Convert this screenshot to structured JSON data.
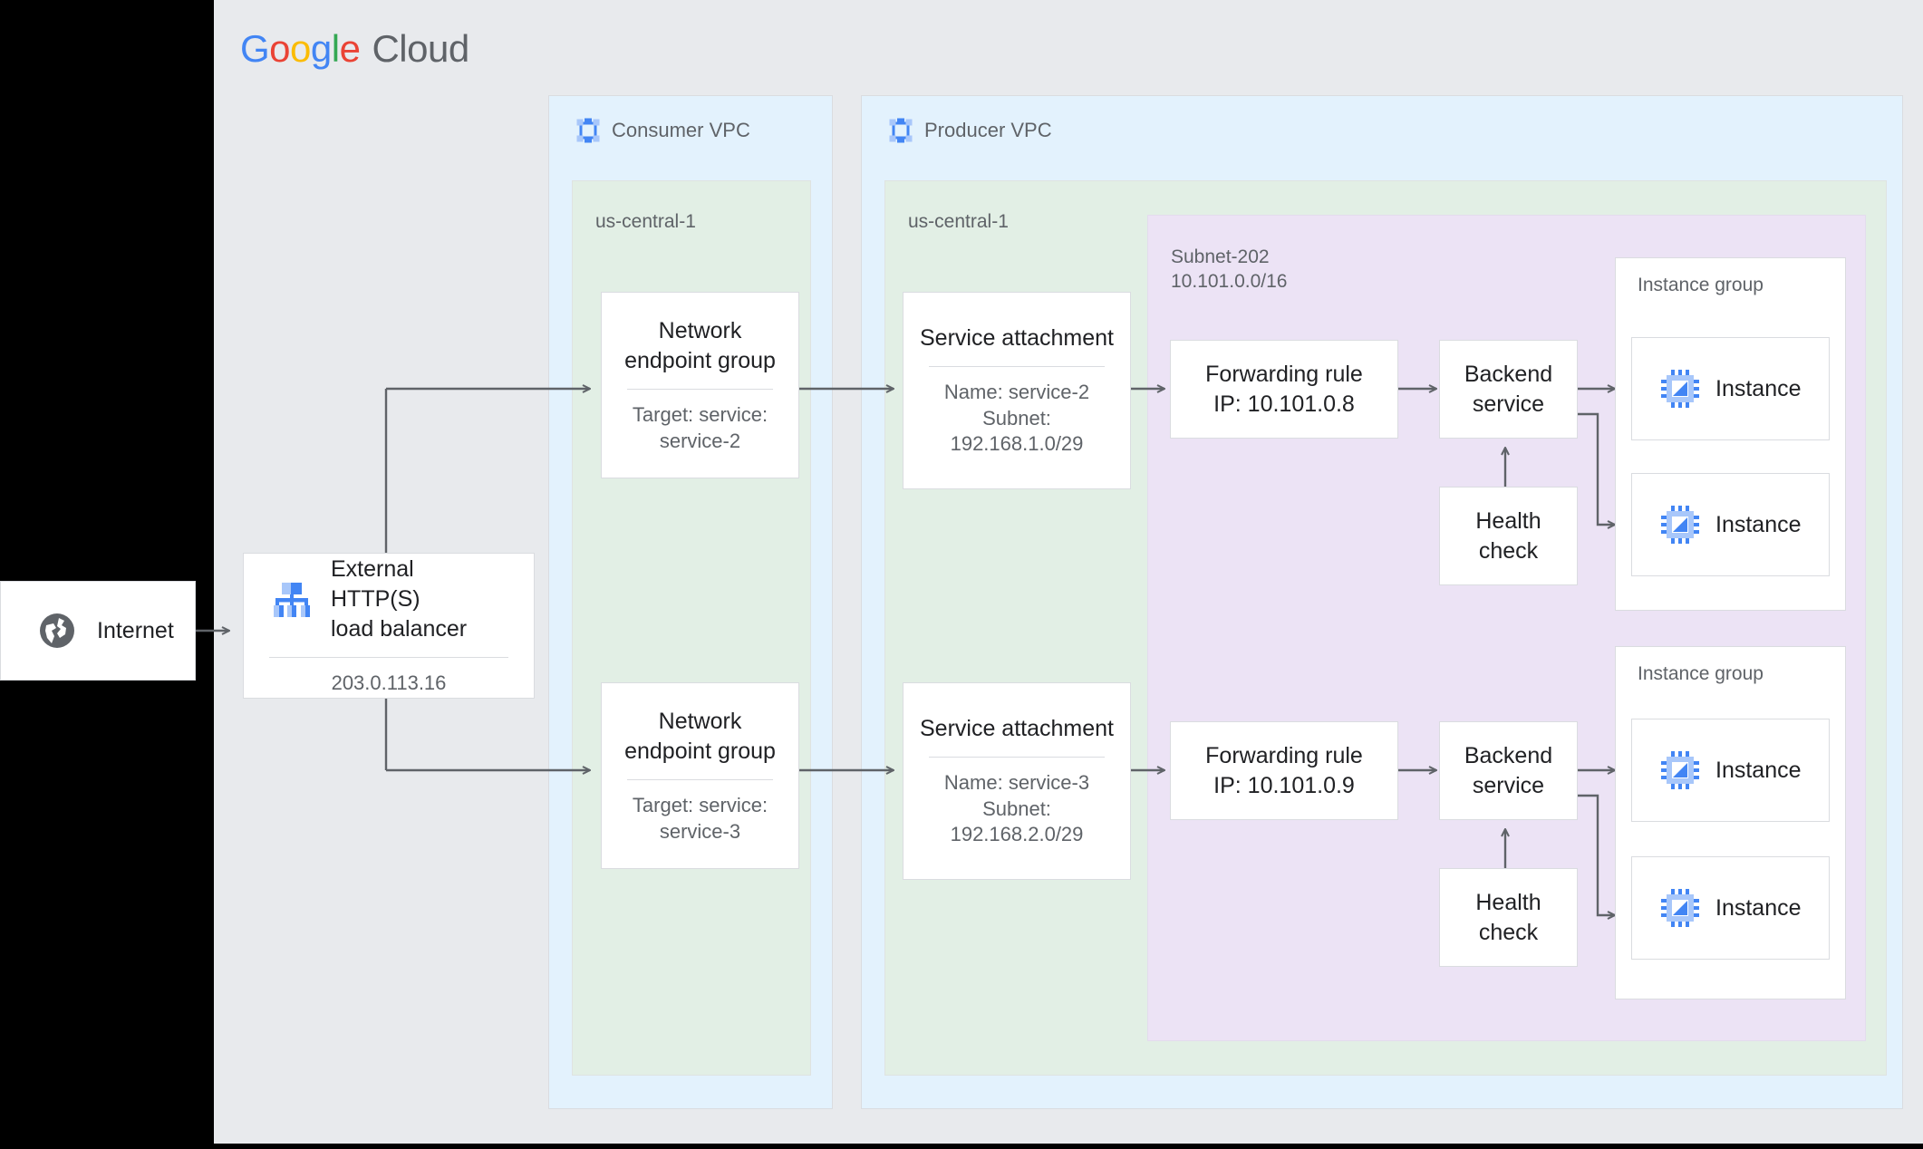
{
  "brand": {
    "google": [
      "G",
      "o",
      "o",
      "g",
      "l",
      "e"
    ],
    "cloud": "Cloud"
  },
  "internet": {
    "label": "Internet",
    "icon": "globe-icon"
  },
  "load_balancer": {
    "title": "External HTTP(S)\nload balancer",
    "ip": "203.0.113.16",
    "icon": "load-balancer-icon"
  },
  "consumer_vpc": {
    "label": "Consumer VPC",
    "icon": "vpc-icon",
    "region": "us-central-1",
    "negs": [
      {
        "title": "Network\nendpoint group",
        "detail": "Target: service:\nservice-2"
      },
      {
        "title": "Network\nendpoint group",
        "detail": "Target: service:\nservice-3"
      }
    ]
  },
  "producer_vpc": {
    "label": "Producer VPC",
    "icon": "vpc-icon",
    "region": "us-central-1",
    "subnet": {
      "name": "Subnet-202",
      "cidr": "10.101.0.0/16"
    },
    "service_attachments": [
      {
        "title": "Service attachment",
        "detail": "Name: service-2\nSubnet:\n192.168.1.0/29"
      },
      {
        "title": "Service attachment",
        "detail": "Name: service-3\nSubnet:\n192.168.2.0/29"
      }
    ],
    "forwarding_rules": [
      {
        "title": "Forwarding rule\nIP: 10.101.0.8"
      },
      {
        "title": "Forwarding rule\nIP: 10.101.0.9"
      }
    ],
    "backend_services": [
      {
        "title": "Backend\nservice"
      },
      {
        "title": "Backend\nservice"
      }
    ],
    "health_checks": [
      {
        "title": "Health\ncheck"
      },
      {
        "title": "Health\ncheck"
      }
    ],
    "instance_groups": [
      {
        "label": "Instance group",
        "instances": [
          "Instance",
          "Instance"
        ]
      },
      {
        "label": "Instance group",
        "instances": [
          "Instance",
          "Instance"
        ]
      }
    ]
  },
  "colors": {
    "canvas": "#e8eaed",
    "vpc": "#e3f2fd",
    "region": "#e2efe5",
    "subnet": "#ece3f5",
    "card": "#ffffff",
    "border": "#dadce0",
    "text": "#202124",
    "muted": "#5f6368",
    "connector": "#5f6368",
    "icon_blue": "#4285f4",
    "icon_blue_light": "#a8c7fa"
  }
}
